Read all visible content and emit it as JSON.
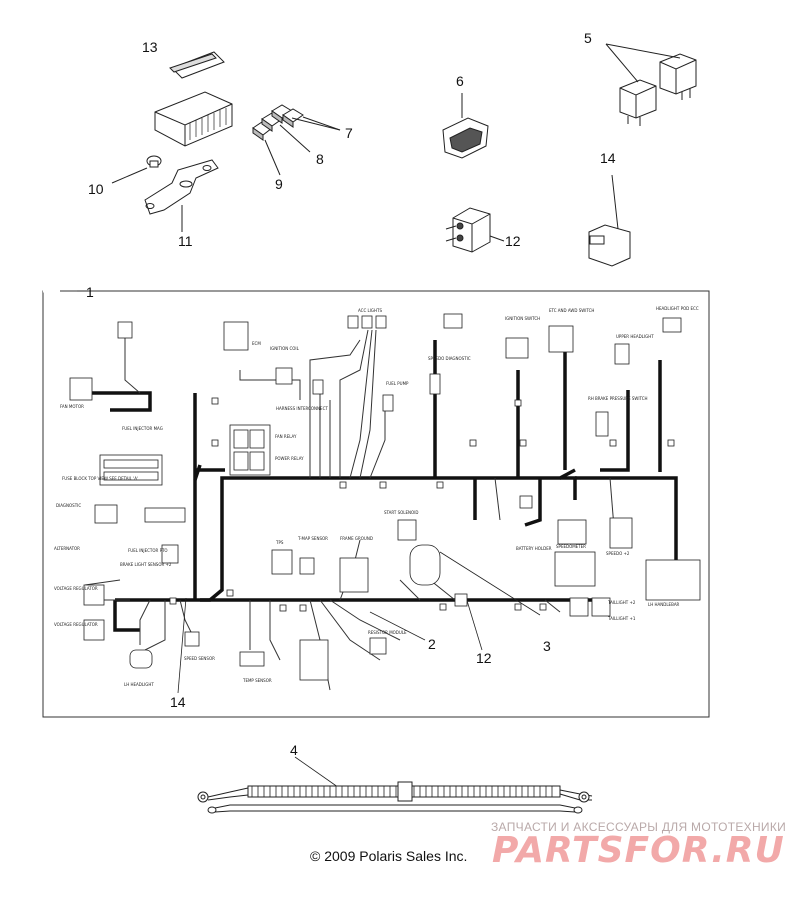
{
  "callouts": {
    "c13": "13",
    "c6": "6",
    "c5": "5",
    "c7": "7",
    "c8": "8",
    "c9": "9",
    "c10": "10",
    "c11": "11",
    "c14a": "14",
    "c12a": "12",
    "c1": "1",
    "c2": "2",
    "c3": "3",
    "c12b": "12",
    "c14b": "14",
    "c4": "4"
  },
  "footer": {
    "copyright": "© 2009 Polaris Sales Inc.",
    "watermark_tagline": "ЗАПЧАСТИ И АКСЕССУАРЫ ДЛЯ МОТОТЕХНИКИ",
    "watermark_logo": "PARTSFOR.RU"
  },
  "harness_labels": {
    "fan_motor": "FAN MOTOR",
    "fuel_injector_mag": "FUEL INJECTOR MAG",
    "fuse_block": "FUSE BLOCK TOP VIEW SEE DETAIL 'A'",
    "diagnostic_left": "DIAGNOSTIC",
    "alternator": "ALTERNATOR",
    "voltage_regulator_1": "VOLTAGE REGULATOR",
    "voltage_regulator_2": "VOLTAGE REGULATOR",
    "lh_headlight": "LH HEADLIGHT",
    "speed_sensor": "SPEED SENSOR",
    "temp_sensor": "TEMP SENSOR",
    "ignition_coil": "IGNITION COIL",
    "harness_interconnect": "HARNESS INTERCONNECT",
    "fan_relay": "FAN RELAY",
    "power_relay": "POWER RELAY",
    "ecm": "ECM",
    "acc_lights": "ACC LIGHTS",
    "fuel_pump": "FUEL PUMP",
    "speedo_diagnostic": "SPEEDO DIAGNOSTIC",
    "ignition_switch": "IGNITION SWITCH",
    "etc_awd_switch": "ETC AND AWD SWITCH",
    "headlight_pod": "HEADLIGHT POD ECC",
    "upper_headlight": "UPPER HEADLIGHT",
    "brake_switch": "RH BRAKE PRESSURE SWITCH",
    "start_solenoid": "START SOLENOID",
    "battery_holder": "BATTERY HOLDER",
    "speedometer": "SPEEDOMETER",
    "speedo2": "SPEEDO +2",
    "lh_handlebar": "LH HANDLEBAR",
    "taillight_1": "TAILLIGHT +2",
    "taillight_2": "TAILLIGHT +1",
    "resistor_module": "RESISTOR MODULE",
    "frame_ground": "FRAME GROUND",
    "tps": "TPS",
    "tmap_sensor": "T-MAP SENSOR",
    "brake_light_sensor": "BRAKE LIGHT SENSOR +2",
    "fuel_injector_pto": "FUEL INJECTOR PTO"
  }
}
